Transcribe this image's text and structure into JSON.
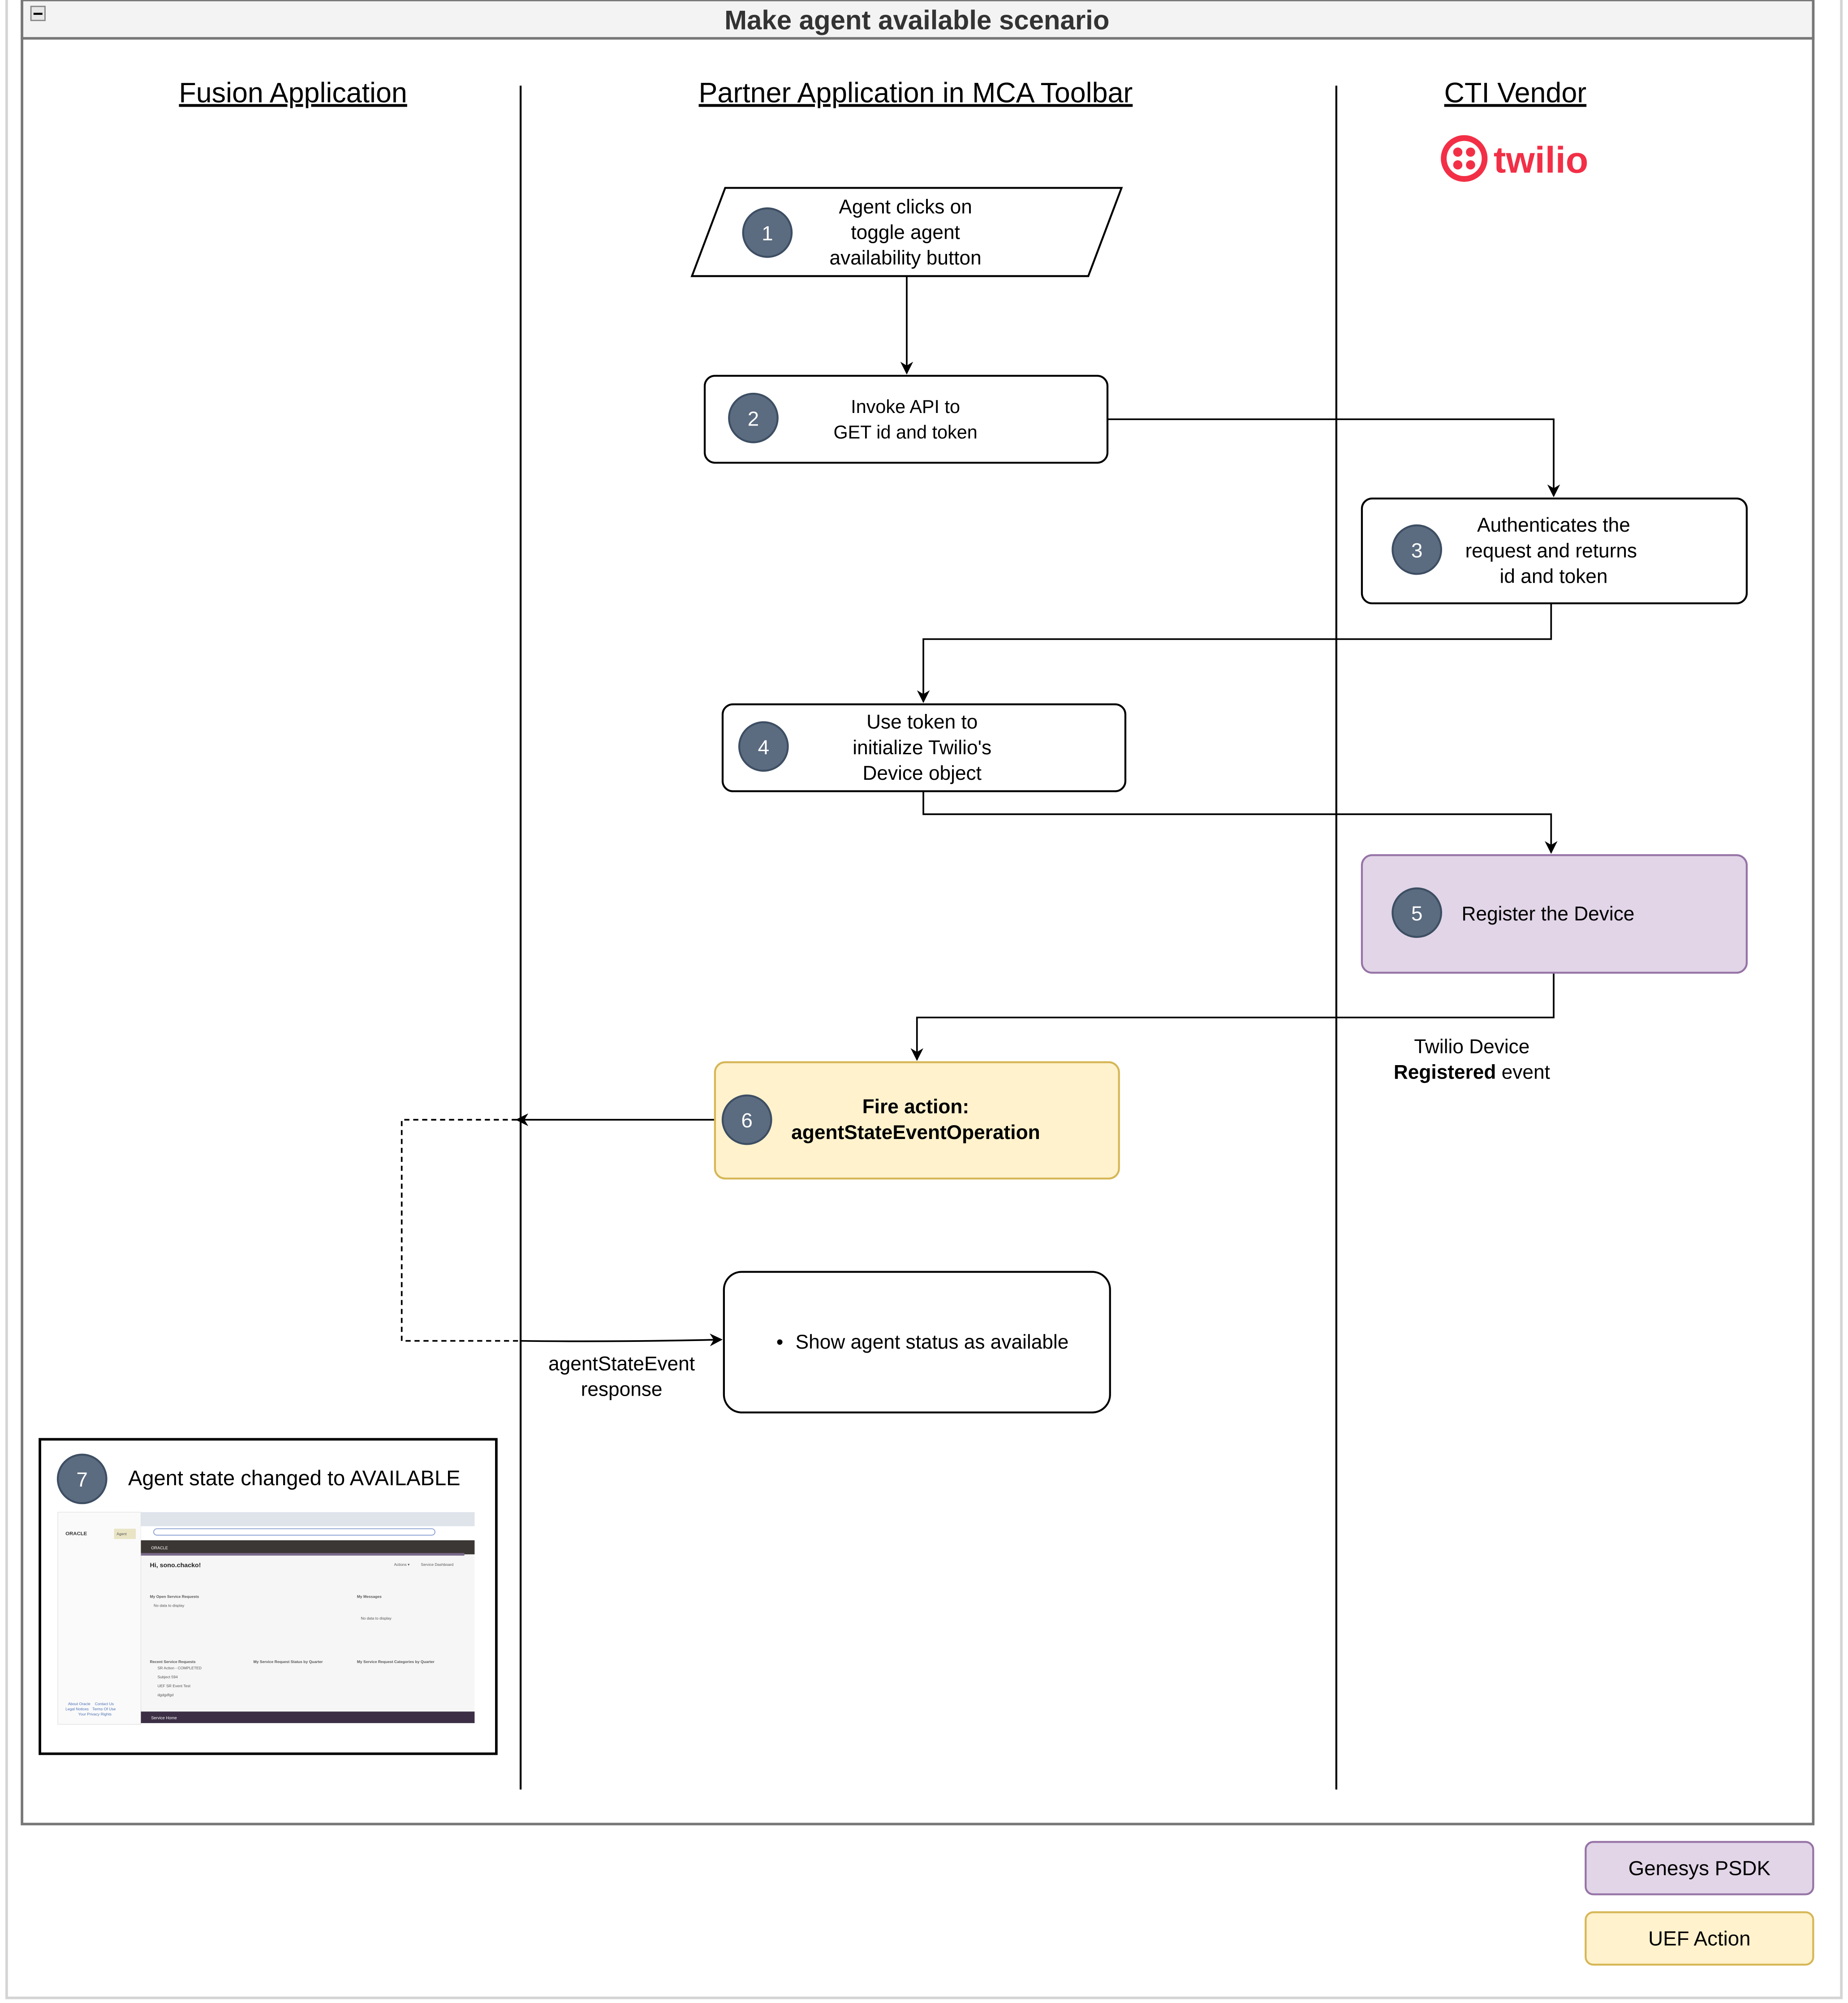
{
  "title": "Make agent available scenario",
  "lanes": [
    "Fusion Application",
    "Partner Application in MCA Toolbar",
    "CTI Vendor"
  ],
  "vendor_logo": "twilio",
  "steps": [
    {
      "number": "1",
      "lines": [
        "Agent clicks on",
        "toggle agent",
        "availability button"
      ]
    },
    {
      "number": "2",
      "lines": [
        "Invoke API to",
        "GET id and token"
      ]
    },
    {
      "number": "3",
      "lines": [
        "Authenticates the",
        "request and returns",
        "id and token"
      ]
    },
    {
      "number": "4",
      "lines": [
        "Use token to",
        "initialize Twilio's",
        "Device object"
      ]
    },
    {
      "number": "5",
      "lines": [
        "Register the Device"
      ]
    },
    {
      "number": "6",
      "lines": [
        "Fire action:",
        "agentStateEventOperation"
      ]
    },
    {
      "number": "7",
      "lines": [
        "Agent state changed to AVAILABLE"
      ]
    }
  ],
  "result_box": {
    "bullet": "•",
    "text": "Show agent status as available"
  },
  "edge_labels": {
    "registered": {
      "line1": "Twilio Device",
      "bold": "Registered",
      "rest": " event"
    },
    "response": [
      "agentStateEvent",
      "response"
    ]
  },
  "thumbnail": {
    "left_logo": "ORACLE",
    "left_button": "Agent",
    "header_logo": "ORACLE",
    "greeting": "Hi, sono.chacko!",
    "actions": "Actions ▾",
    "dashboard": "Service Dashboard",
    "section1": "My Open Service Requests",
    "no_data": "No data to display",
    "section2": "My Messages",
    "section3": "Recent Service Requests",
    "section4": "My Service Request Status by Quarter",
    "section5": "My Service Request Categories by Quarter",
    "recent": [
      "SR Action - COMPLETED",
      "Subject 594",
      "UEF SR Event Test",
      "dgdgdfgd"
    ],
    "footer_links": [
      "About Oracle",
      "Contact Us",
      "Legal Notices",
      "Terms Of Use",
      "Your Privacy Rights"
    ],
    "bottom_bar": "Service Home"
  },
  "legend": [
    {
      "label": "Genesys PSDK",
      "fill": "#e1d5e7",
      "stroke": "#9673a6"
    },
    {
      "label": "UEF Action",
      "fill": "#fff2cc",
      "stroke": "#d6b656"
    }
  ],
  "colors": {
    "step_circle": "#5b6b80",
    "purple_fill": "#e1d5e7",
    "yellow_fill": "#fff2cc",
    "twilio_red": "#f22f46"
  }
}
